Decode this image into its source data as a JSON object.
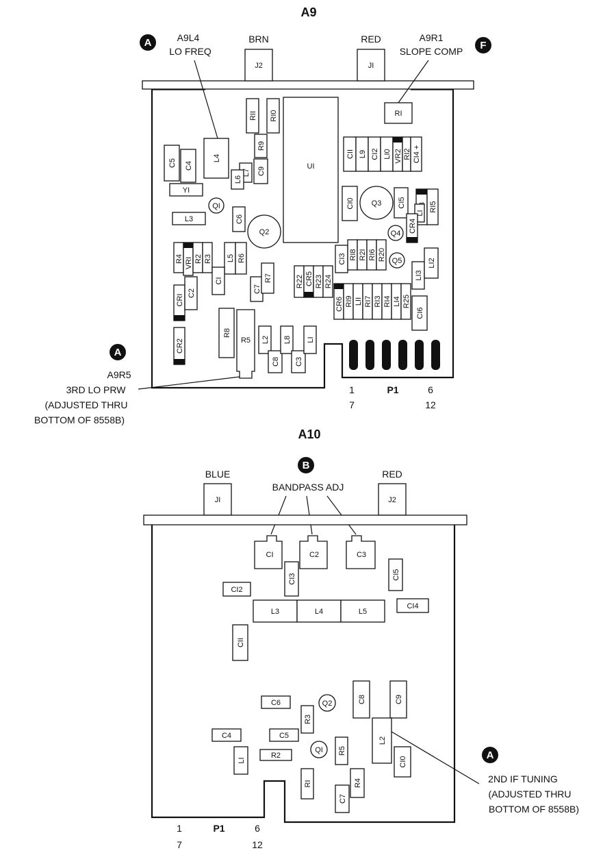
{
  "a9": {
    "title": "A9",
    "callout_a_top": {
      "badge": "A",
      "line1": "A9L4",
      "line2": "LO FREQ"
    },
    "callout_f": {
      "badge": "F",
      "line1": "A9R1",
      "line2": "SLOPE COMP"
    },
    "callout_a_bottom": {
      "badge": "A",
      "line1": "A9R5",
      "line2": "3RD LO PRW",
      "line3": "(ADJUSTED THRU",
      "line4": "BOTTOM OF 8558B)"
    },
    "connectors": [
      {
        "wire": "BRN",
        "ref": "J2"
      },
      {
        "wire": "RED",
        "ref": "JI"
      }
    ],
    "plug": {
      "label": "P1",
      "pin1": "1",
      "pin6": "6",
      "pin7": "7",
      "pin12": "12"
    },
    "parts": {
      "r11": "RII",
      "r10": "RI0",
      "r9": "R9",
      "c9": "C9",
      "l7": "L7",
      "l6": "L6",
      "u1": "UI",
      "l4": "L4",
      "r1": "RI",
      "c5": "C5",
      "c4": "C4",
      "y1": "YI",
      "q1": "QI",
      "l3": "L3",
      "c6": "C6",
      "q2": "Q2",
      "c11": "CII",
      "l9": "L9",
      "c12": "CI2",
      "l10": "LI0",
      "vr2": "VR2",
      "r12": "RI2",
      "c14": "CI4 +",
      "c10": "CI0",
      "q3": "Q3",
      "c15": "CI5",
      "cr3": "CR3",
      "r15": "RI5",
      "l1b": "LI",
      "cr4": "CR4",
      "q4": "Q4",
      "r4": "R4",
      "vr1": "VRI",
      "r2": "R2",
      "r3": "R3",
      "l5": "L5",
      "r6": "R6",
      "c1": "CI",
      "cr1": "CRI",
      "c2": "C2",
      "c7": "C7",
      "r7": "R7",
      "r22": "R22",
      "cr5": "CR5",
      "r23": "R23",
      "r24": "R24",
      "c13": "CI3",
      "r18": "RI8",
      "r21": "R2I",
      "r16": "RI6",
      "r20": "R20",
      "q5": "Q5",
      "l13": "LI3",
      "l12": "LI2",
      "cr6": "CR6",
      "r19": "RI9",
      "l11": "LII",
      "r17": "RI7",
      "r13": "RI3",
      "r14": "RI4",
      "l14": "LI4",
      "r25": "R25",
      "c16": "CI6",
      "r8": "R8",
      "r5": "R5",
      "l2": "L2",
      "c8": "C8",
      "l8": "L8",
      "c3": "C3",
      "l1": "LI",
      "cr2": "CR2"
    }
  },
  "a10": {
    "title": "A10",
    "callout_b": {
      "badge": "B",
      "text": "BANDPASS ADJ"
    },
    "callout_a": {
      "badge": "A",
      "line1": "2ND IF TUNING",
      "line2": "(ADJUSTED THRU",
      "line3": "BOTTOM OF 8558B)"
    },
    "connectors": [
      {
        "wire": "BLUE",
        "ref": "JI"
      },
      {
        "wire": "RED",
        "ref": "J2"
      }
    ],
    "plug": {
      "label": "P1",
      "pin1": "1",
      "pin6": "6",
      "pin7": "7",
      "pin12": "12"
    },
    "parts": {
      "c1": "CI",
      "c2": "C2",
      "c3": "C3",
      "c13": "CI3",
      "c15": "CI5",
      "c12": "CI2",
      "l3": "L3",
      "l4": "L4",
      "l5": "L5",
      "c14": "CI4",
      "c11": "CII",
      "c6": "C6",
      "q2": "Q2",
      "c8": "C8",
      "c9": "C9",
      "r3": "R3",
      "c4": "C4",
      "c5": "C5",
      "q1": "QI",
      "r5": "R5",
      "l2": "L2",
      "l1": "LI",
      "r2": "R2",
      "c10": "CI0",
      "r1": "RI",
      "r4": "R4",
      "c7": "C7"
    }
  }
}
